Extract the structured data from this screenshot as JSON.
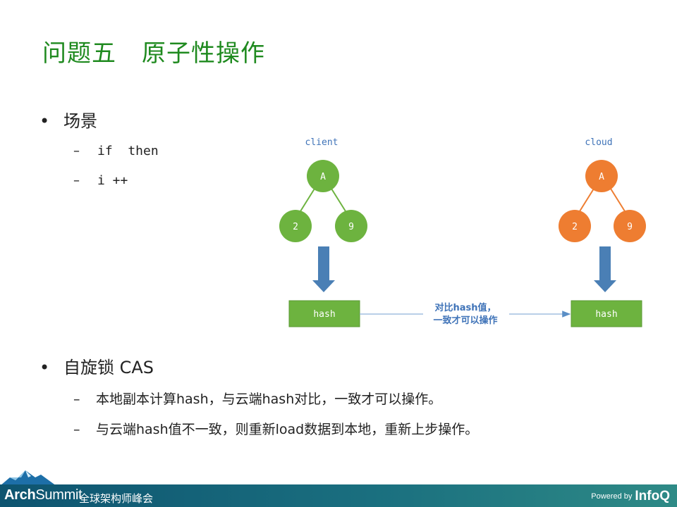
{
  "title": {
    "part1": "问题五",
    "part2": "原子性操作"
  },
  "bullets": [
    {
      "dot": "•",
      "text": "场景"
    },
    {
      "dot": "•",
      "text": "自旋锁 CAS"
    }
  ],
  "scene_items": [
    {
      "dash": "–",
      "text": "if  then"
    },
    {
      "dash": "–",
      "text": "i ++"
    }
  ],
  "cas_items": [
    {
      "dash": "–",
      "text": "本地副本计算hash，与云端hash对比，一致才可以操作。"
    },
    {
      "dash": "–",
      "text": "与云端hash值不一致，则重新load数据到本地，重新上步操作。"
    }
  ],
  "diagram": {
    "client": {
      "label": "client",
      "root": "A",
      "left": "2",
      "right": "9",
      "hash": "hash",
      "color": "#6db33f"
    },
    "cloud": {
      "label": "cloud",
      "root": "A",
      "left": "2",
      "right": "9",
      "hash": "hash",
      "color": "#ee7d31"
    },
    "compare_line1": "对比hash值，",
    "compare_line2": "一致才可以操作",
    "arrow_color": "#4a7fb5",
    "hash_box_color": "#6db33f"
  },
  "footer": {
    "brand_bold": "Arch",
    "brand_light": "Summit",
    "brand_sub": "全球架构师峰会",
    "powered": "Powered by",
    "infoq": "InfoQ"
  }
}
